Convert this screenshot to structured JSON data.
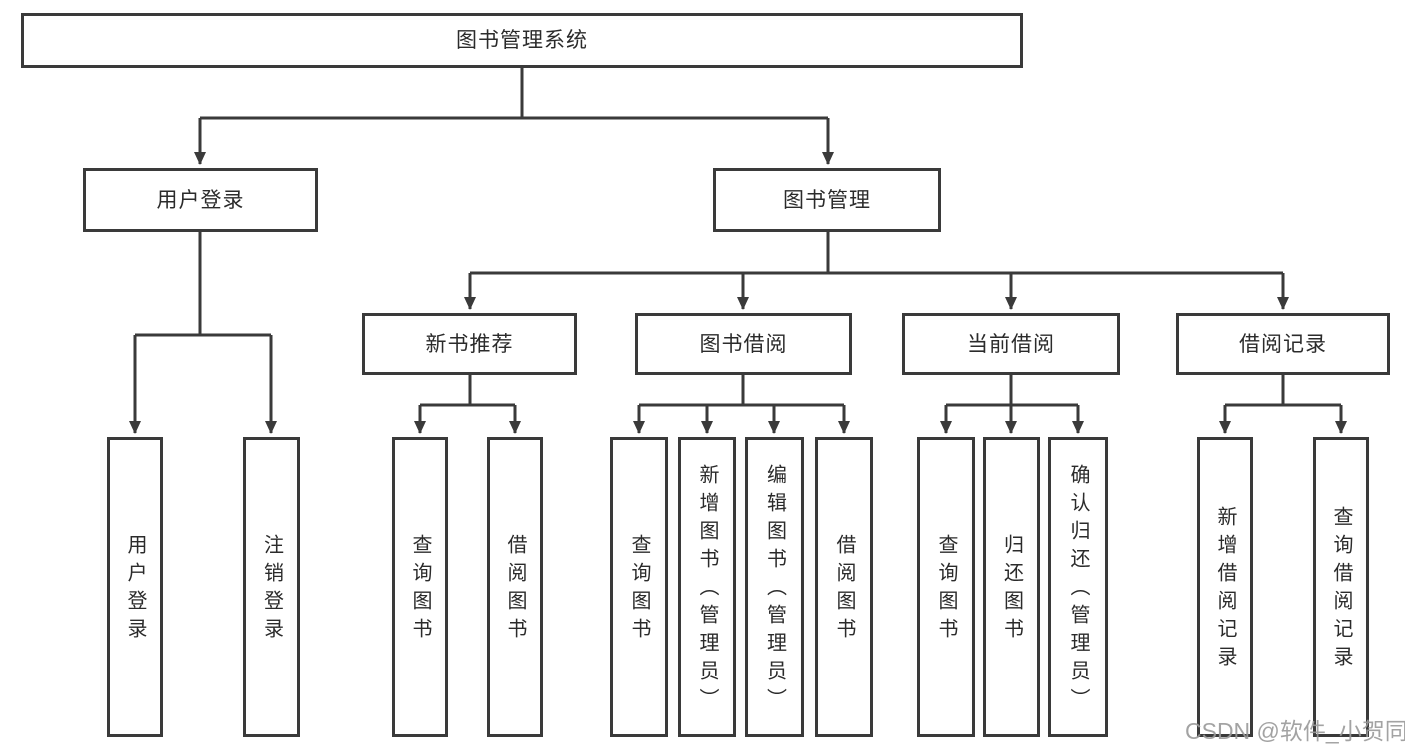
{
  "diagram": {
    "tree": {
      "label": "图书管理系统",
      "children": [
        {
          "label": "用户登录",
          "children": [
            {
              "label": "用户登录"
            },
            {
              "label": "注销登录"
            }
          ]
        },
        {
          "label": "图书管理",
          "children": [
            {
              "label": "新书推荐",
              "children": [
                {
                  "label": "查询图书"
                },
                {
                  "label": "借阅图书"
                }
              ]
            },
            {
              "label": "图书借阅",
              "children": [
                {
                  "label": "查询图书"
                },
                {
                  "label": "新增图书（管理员）"
                },
                {
                  "label": "编辑图书（管理员）"
                },
                {
                  "label": "借阅图书"
                }
              ]
            },
            {
              "label": "当前借阅",
              "children": [
                {
                  "label": "查询图书"
                },
                {
                  "label": "归还图书"
                },
                {
                  "label": "确认归还（管理员）"
                }
              ]
            },
            {
              "label": "借阅记录",
              "children": [
                {
                  "label": "新增借阅记录"
                },
                {
                  "label": "查询借阅记录"
                }
              ]
            }
          ]
        }
      ]
    },
    "watermark": "CSDN @软件_小贺同学",
    "colors": {
      "line": "#3a3a3a",
      "text": "#2b2b2b",
      "box_background": "#ffffff",
      "watermark": "#9a9a9a"
    }
  }
}
